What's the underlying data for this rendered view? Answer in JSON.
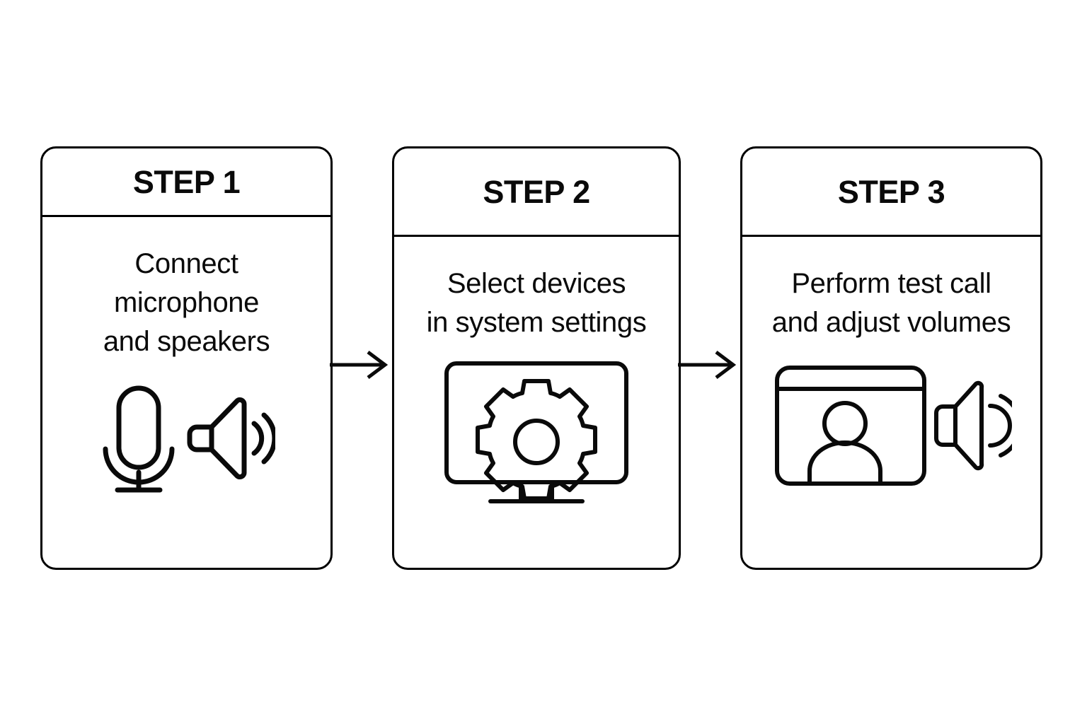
{
  "diagram": {
    "title": "Audio setup three step process",
    "background_color": "#ffffff",
    "stroke_color": "#000000",
    "text_color": "#0a0a0a"
  },
  "steps": [
    {
      "title": "STEP 1",
      "description": "Connect\nmicrophone\nand speakers",
      "icons": [
        "microphone-icon",
        "speaker-icon"
      ]
    },
    {
      "title": "STEP 2",
      "description": "Select devices\nin system settings",
      "icons": [
        "monitor-icon",
        "gear-icon"
      ]
    },
    {
      "title": "STEP 3",
      "description": "Perform test call\nand adjust volumes",
      "icons": [
        "video-call-window-icon",
        "person-icon",
        "speaker-icon"
      ]
    }
  ],
  "connectors": [
    {
      "name": "arrow-step1-to-step2",
      "glyph": "arrow-right-icon"
    },
    {
      "name": "arrow-step2-to-step3",
      "glyph": "arrow-right-icon"
    }
  ]
}
